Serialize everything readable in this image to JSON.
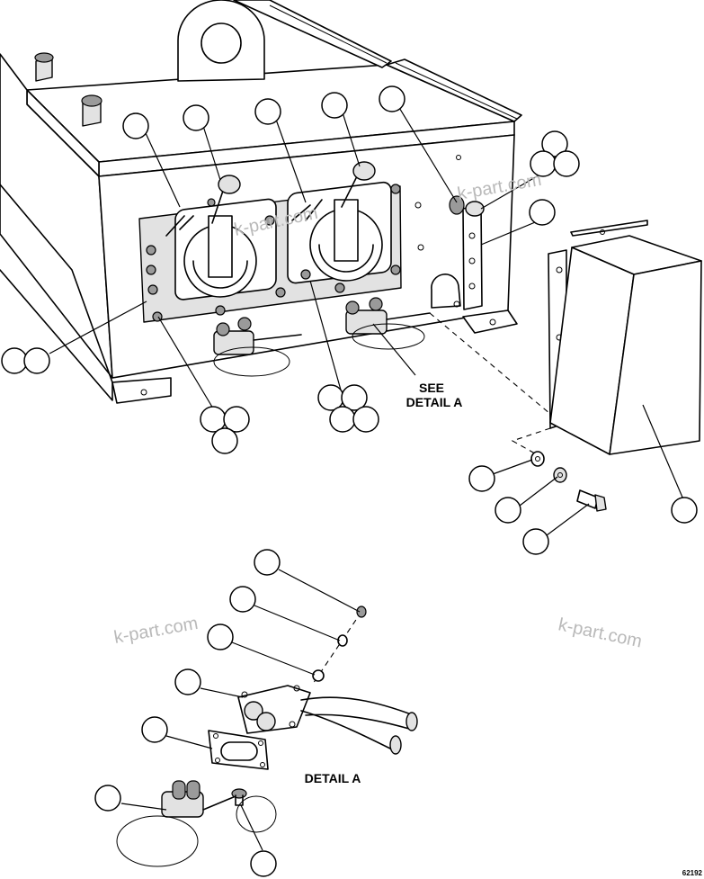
{
  "labels": {
    "see_detail_line1": "SEE",
    "see_detail_line2": "DETAIL A",
    "detail_title": "DETAIL A"
  },
  "watermarks": [
    "k-part.com",
    "k-part.com",
    "k-part.com",
    "k-part.com"
  ],
  "drawing_code": "62192"
}
